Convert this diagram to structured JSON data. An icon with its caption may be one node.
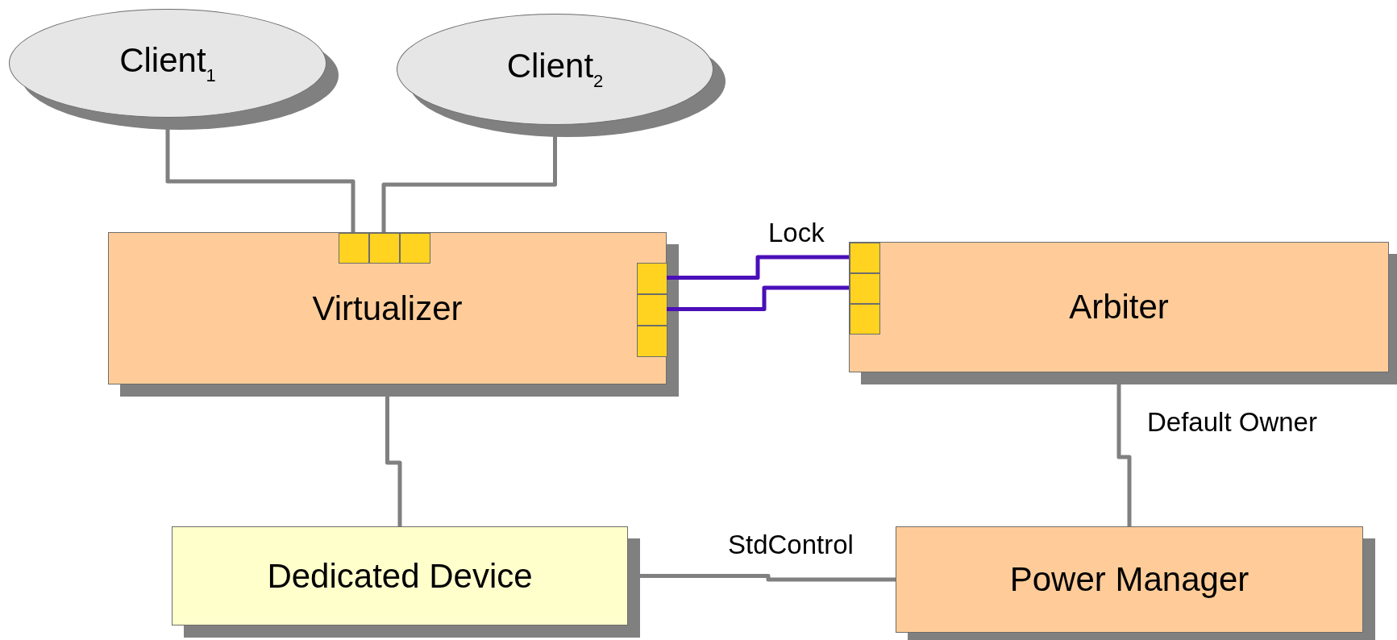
{
  "diagram": {
    "nodes": [
      {
        "text": [
          "Client$_{1}$"
        ]
      },
      {
        "text": [
          "Client$_{2}$"
        ]
      },
      {
        "text": [
          "Virtualizer"
        ]
      },
      {
        "text": [],
        "shape": "box",
        "in": 2
      },
      {
        "text": [],
        "shape": "box",
        "in": 2
      },
      {
        "text": [],
        "shape": "box",
        "in": 2
      },
      {
        "text": [],
        "shape": "box",
        "in": 2
      },
      {
        "text": [],
        "shape": "box",
        "in": 2
      },
      {
        "text": [],
        "shape": "box",
        "in": 2
      },
      {
        "text": [
          "Arbiter"
        ]
      },
      {
        "text": [],
        "shape": "box",
        "in": 9
      },
      {
        "text": [],
        "shape": "box",
        "in": 9
      },
      {
        "text": [],
        "shape": "box",
        "in": 9
      },
      {
        "text": [
          "Dedicated Device"
        ]
      },
      {
        "text": [
          "Power Manager"
        ]
      }
    ],
    "edges": [
      {
        "from": 0,
        "to": 3,
        "arrow": "none"
      },
      {
        "from": 1,
        "to": 4,
        "arrow": "none"
      },
      {
        "from": 6,
        "to": 10,
        "arrow": "none",
        "label": "Lock",
        "color": "#4a0fb8"
      },
      {
        "from": 7,
        "to": 11,
        "arrow": "none",
        "color": "#4a0fb8"
      },
      {
        "from": 2,
        "to": 13,
        "arrow": "none"
      },
      {
        "from": 9,
        "to": 14,
        "arrow": "none",
        "label": "Default Owner"
      },
      {
        "from": 13,
        "to": 14,
        "arrow": "none",
        "label": "StdControl"
      }
    ]
  }
}
